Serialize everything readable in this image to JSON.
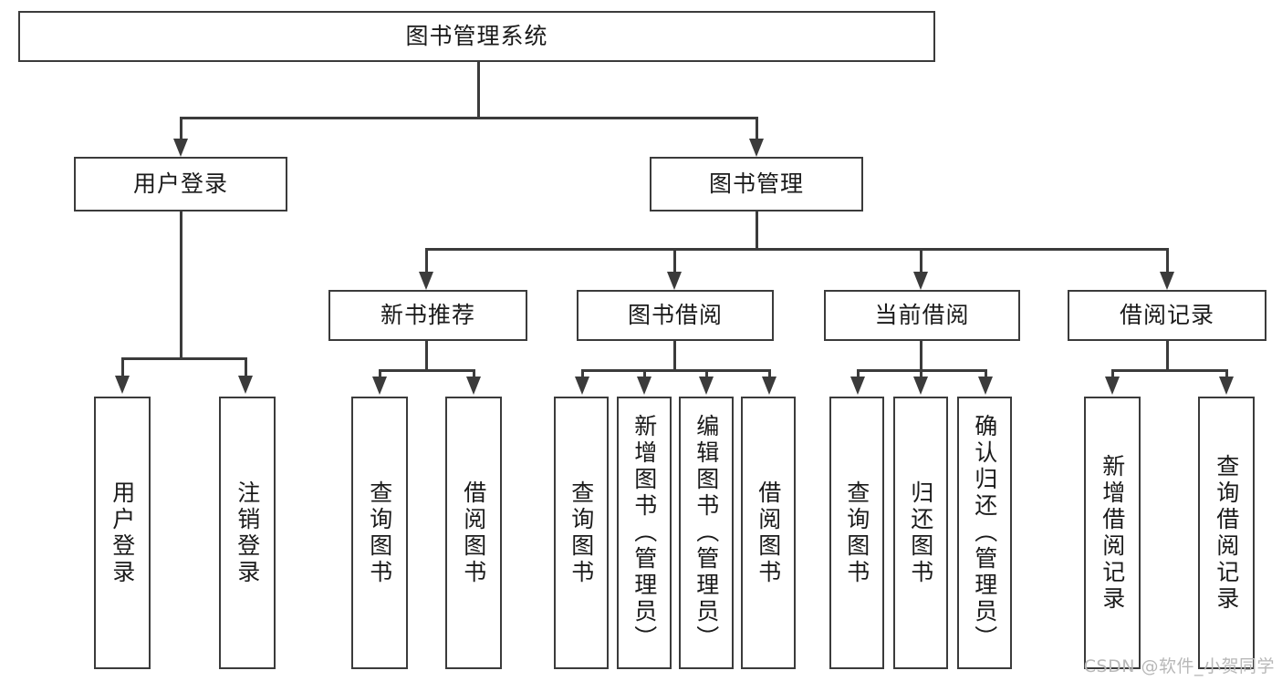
{
  "diagram": {
    "title_text": "图书管理系统",
    "root": {
      "label": "图书管理系统"
    },
    "level2": [
      {
        "id": "user-login",
        "label": "用户登录"
      },
      {
        "id": "book-manage",
        "label": "图书管理"
      }
    ],
    "level3": [
      {
        "id": "new-book-recommend",
        "label": "新书推荐"
      },
      {
        "id": "book-borrow",
        "label": "图书借阅"
      },
      {
        "id": "current-borrow",
        "label": "当前借阅"
      },
      {
        "id": "borrow-record",
        "label": "借阅记录"
      }
    ],
    "leaves": {
      "user_login": [
        {
          "id": "leaf-user-login",
          "label": "用户登录"
        },
        {
          "id": "leaf-logout",
          "label": "注销登录"
        }
      ],
      "new_book_recommend": [
        {
          "id": "leaf-query-book-1",
          "label": "查询图书"
        },
        {
          "id": "leaf-borrow-book-1",
          "label": "借阅图书"
        }
      ],
      "book_borrow": [
        {
          "id": "leaf-query-book-2",
          "label": "查询图书"
        },
        {
          "id": "leaf-add-book",
          "label": "新增图书（管理员）"
        },
        {
          "id": "leaf-edit-book",
          "label": "编辑图书（管理员）"
        },
        {
          "id": "leaf-borrow-book-2",
          "label": "借阅图书"
        }
      ],
      "current_borrow": [
        {
          "id": "leaf-query-book-3",
          "label": "查询图书"
        },
        {
          "id": "leaf-return-book",
          "label": "归还图书"
        },
        {
          "id": "leaf-confirm-return",
          "label": "确认归还（管理员）"
        }
      ],
      "borrow_record": [
        {
          "id": "leaf-add-record",
          "label": "新增借阅记录"
        },
        {
          "id": "leaf-query-record",
          "label": "查询借阅记录"
        }
      ]
    },
    "watermark": "CSDN @软件_小贺同学",
    "colors": {
      "stroke": "#3b3b3b",
      "fill": "#ffffff",
      "text": "#1a1a1a",
      "watermark": "#b8b8b8"
    }
  }
}
